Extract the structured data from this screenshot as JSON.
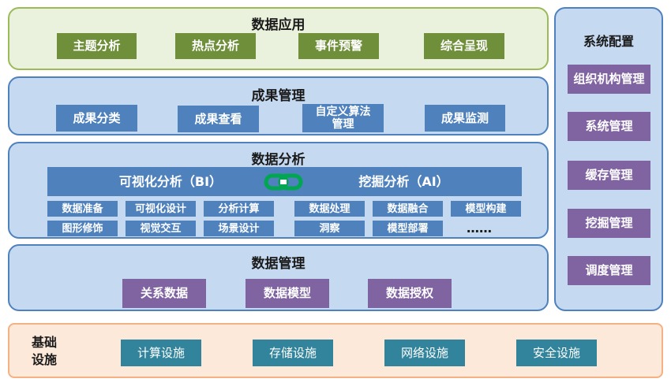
{
  "data_application": {
    "title": "数据应用",
    "items": [
      "主题分析",
      "热点分析",
      "事件预警",
      "综合呈现"
    ]
  },
  "results_management": {
    "title": "成果管理",
    "items": [
      "成果分类",
      "成果查看",
      "自定义算法\n管理",
      "成果监测"
    ]
  },
  "data_analysis": {
    "title": "数据分析",
    "bi": {
      "label": "可视化分析（BI）",
      "items": [
        "数据准备",
        "可视化设计",
        "分析计算",
        "图形修饰",
        "视觉交互",
        "场景设计"
      ]
    },
    "ai": {
      "label": "挖掘分析（AI）",
      "items": [
        "数据处理",
        "数据融合",
        "模型构建",
        "洞察",
        "模型部署"
      ],
      "more": "……"
    },
    "link_icon": "chain-link-icon",
    "link_color": "#00a650"
  },
  "data_management": {
    "title": "数据管理",
    "items": [
      "关系数据",
      "数据模型",
      "数据授权"
    ]
  },
  "system_config": {
    "title": "系统配置",
    "items": [
      "组织机构管理",
      "系统管理",
      "缓存管理",
      "挖掘管理",
      "调度管理"
    ]
  },
  "infrastructure": {
    "label_line1": "基础",
    "label_line2": "设施",
    "items": [
      "计算设施",
      "存储设施",
      "网络设施",
      "安全设施"
    ]
  },
  "colors": {
    "green_box": "#6f8f3a",
    "blue_box": "#4f81bd",
    "purple_box": "#8064a2",
    "teal_box": "#31849b",
    "green_panel": "#eaf1dd",
    "blue_panel": "#c5d9f1",
    "orange_panel": "#fde9d9"
  }
}
